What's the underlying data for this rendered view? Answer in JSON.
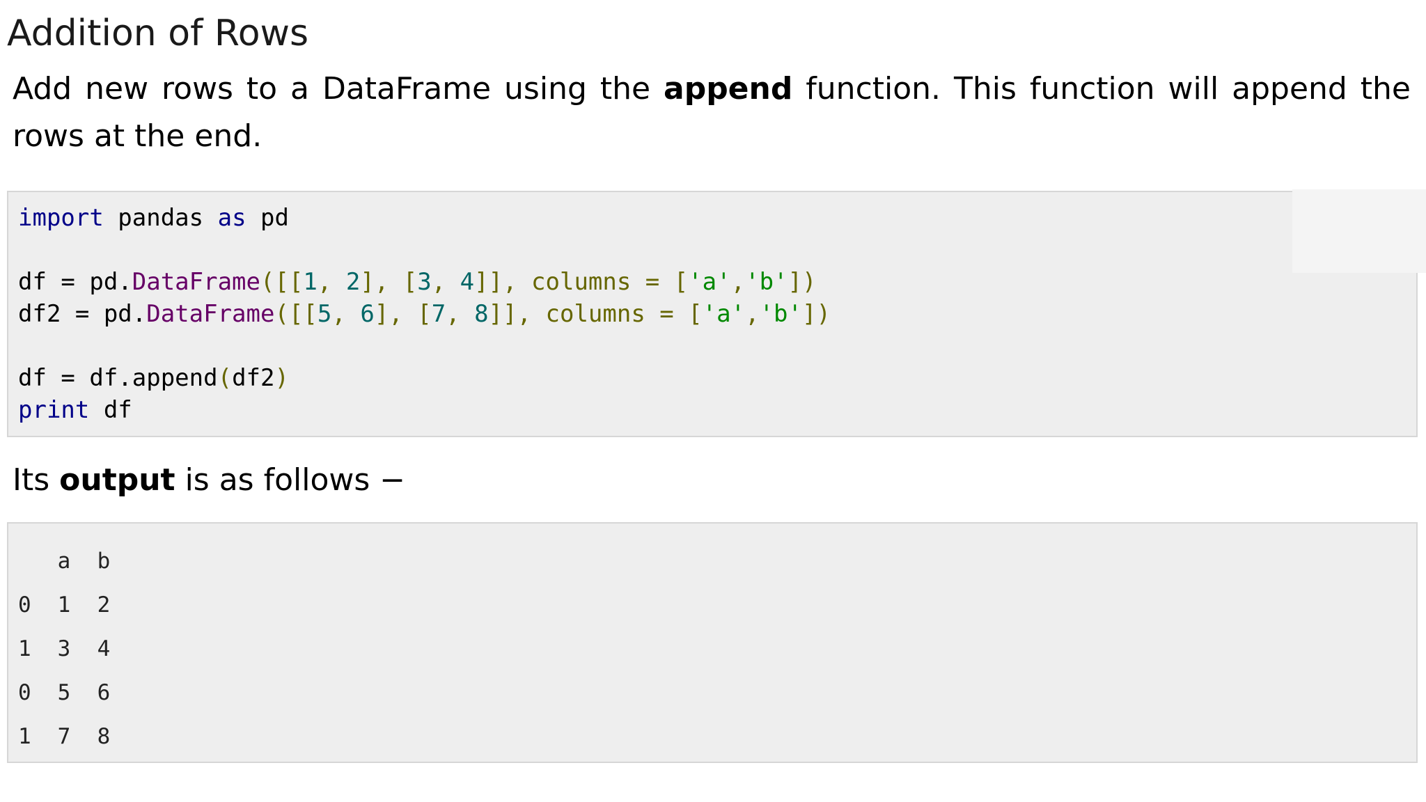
{
  "title": "Addition of Rows",
  "intro": {
    "before": "Add new rows to a DataFrame using the ",
    "bold": "append",
    "after": " function. This function will append the rows at the end."
  },
  "code": {
    "line1": {
      "kw1": "import",
      "t1": " pandas ",
      "kw2": "as",
      "t2": " pd"
    },
    "line3": {
      "a": "df = pd.",
      "fn": "DataFrame",
      "open": "([[",
      "n1": "1",
      "c1": ", ",
      "n2": "2",
      "mid": "], [",
      "n3": "3",
      "c2": ", ",
      "n4": "4",
      "close": "]], columns = [",
      "s1": "'a'",
      "comma": ",",
      "s2": "'b'",
      "end": "])"
    },
    "line4": {
      "a": "df2 = pd.",
      "fn": "DataFrame",
      "open": "([[",
      "n1": "5",
      "c1": ", ",
      "n2": "6",
      "mid": "], [",
      "n3": "7",
      "c2": ", ",
      "n4": "8",
      "close": "]], columns = [",
      "s1": "'a'",
      "comma": ",",
      "s2": "'b'",
      "end": "])"
    },
    "line6": {
      "a": "df = df.append",
      "p1": "(",
      "b": "df2",
      "p2": ")"
    },
    "line7": {
      "kw": "print",
      "t": " df"
    }
  },
  "output_intro": {
    "before": "Its ",
    "bold": "output",
    "after": " is as follows −"
  },
  "output": {
    "columns": [
      "",
      "a",
      "b"
    ],
    "rows": [
      [
        "0",
        "1",
        "2"
      ],
      [
        "1",
        "3",
        "4"
      ],
      [
        "0",
        "5",
        "6"
      ],
      [
        "1",
        "7",
        "8"
      ]
    ]
  }
}
